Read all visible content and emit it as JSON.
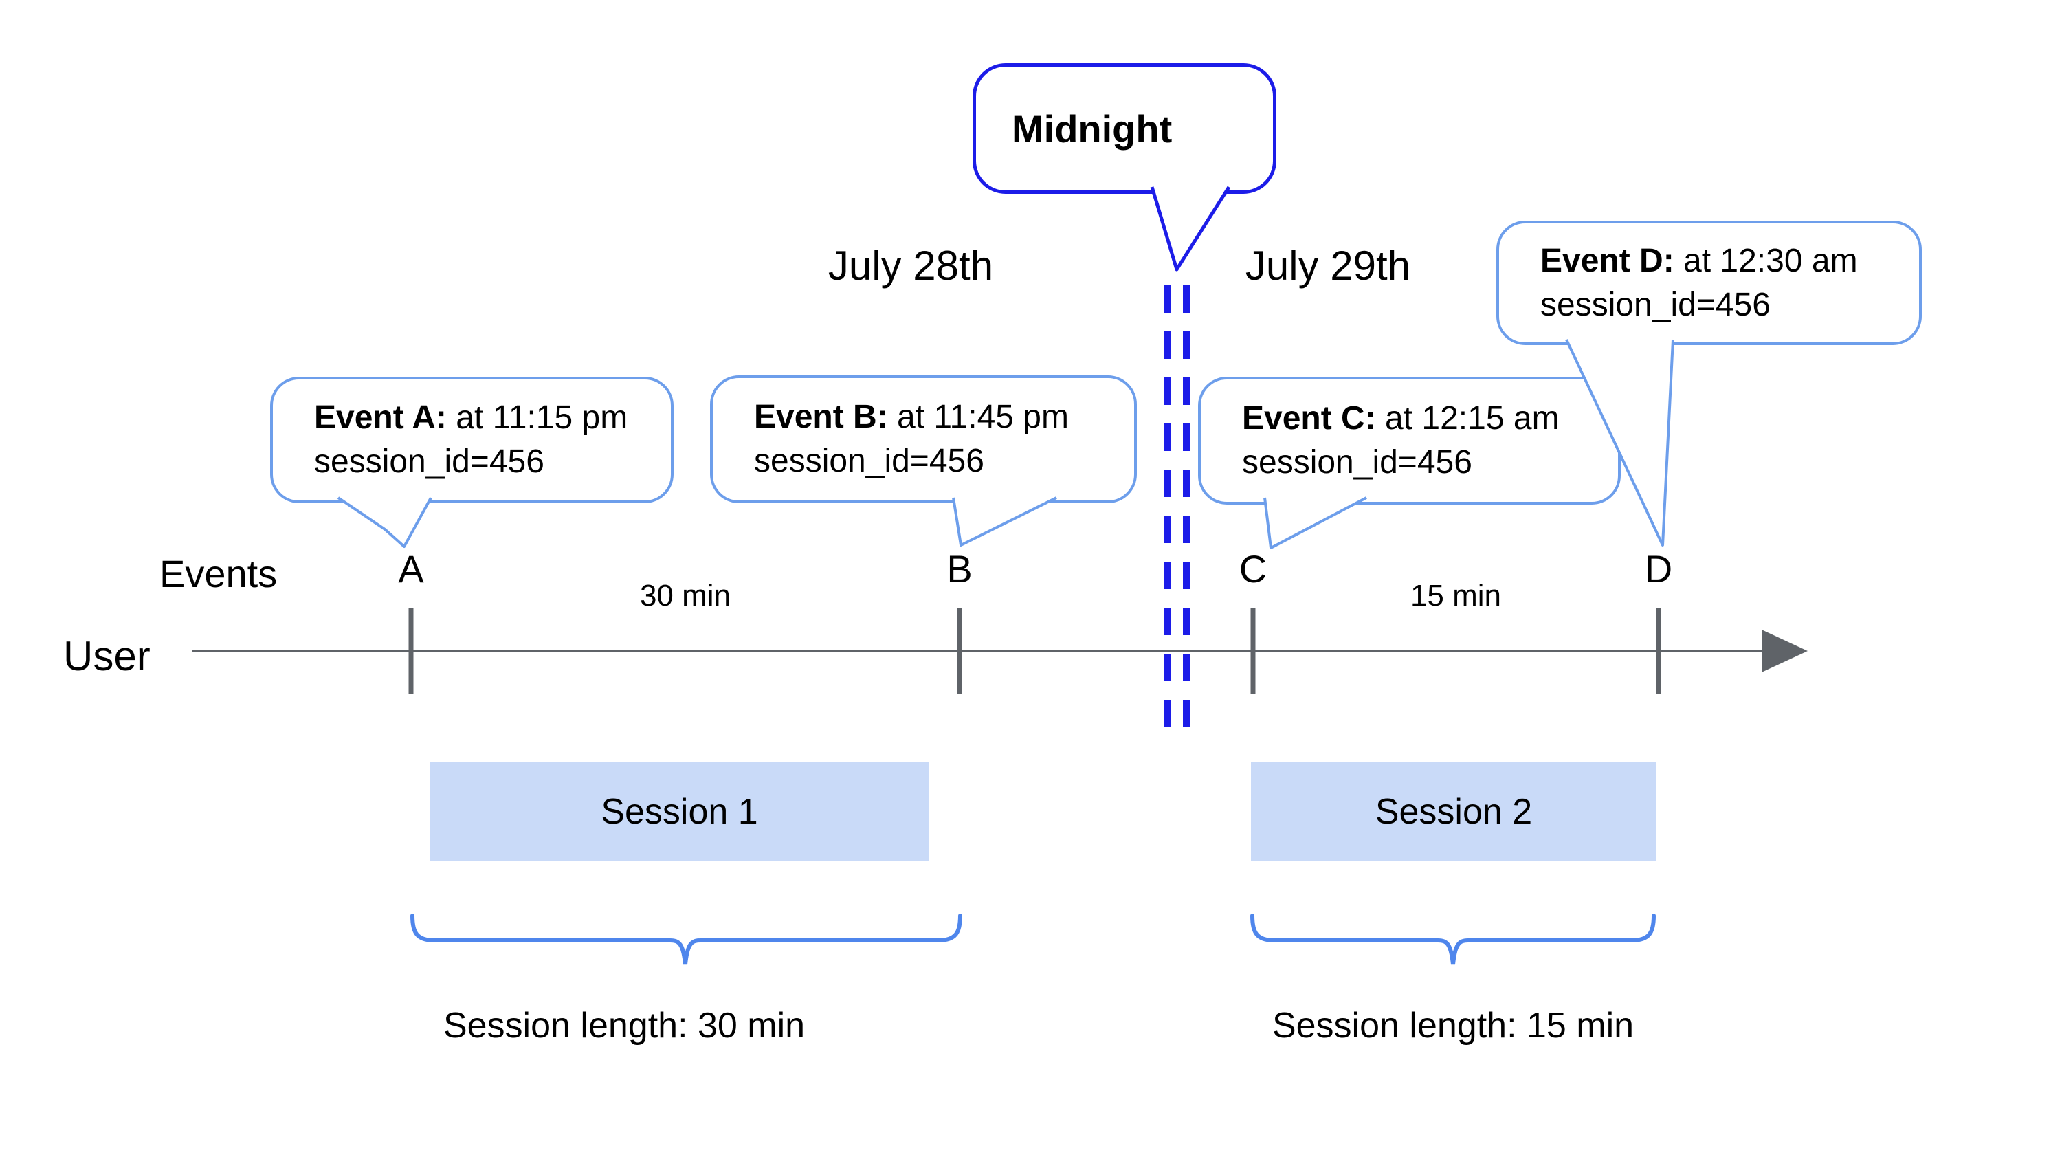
{
  "dates": {
    "before_midnight": "July 28th",
    "after_midnight": "July 29th"
  },
  "midnight": {
    "label": "Midnight"
  },
  "events": [
    {
      "marker": "A",
      "label_bold": "Event A:",
      "label_rest": "at 11:15 pm",
      "session_line": "session_id=456"
    },
    {
      "marker": "B",
      "label_bold": "Event B:",
      "label_rest": "at 11:45 pm",
      "session_line": "session_id=456"
    },
    {
      "marker": "C",
      "label_bold": "Event C:",
      "label_rest": "at 12:15 am",
      "session_line": "session_id=456"
    },
    {
      "marker": "D",
      "label_bold": "Event D:",
      "label_rest": "at 12:30 am",
      "session_line": "session_id=456"
    }
  ],
  "timeline": {
    "events_row_label": "Events",
    "user_label": "User",
    "gaps": [
      {
        "label": "30 min"
      },
      {
        "label": "15 min"
      }
    ]
  },
  "sessions": [
    {
      "label": "Session 1",
      "length": "Session length: 30 min"
    },
    {
      "label": "Session 2",
      "length": "Session length: 15 min"
    }
  ],
  "colors": {
    "callout_border": "#6d9eeb",
    "midnight_blue": "#1c1ce8",
    "brace_blue": "#4f86ec",
    "session_fill": "#c9daf8",
    "axis_gray": "#5f6368",
    "text": "#000000"
  }
}
